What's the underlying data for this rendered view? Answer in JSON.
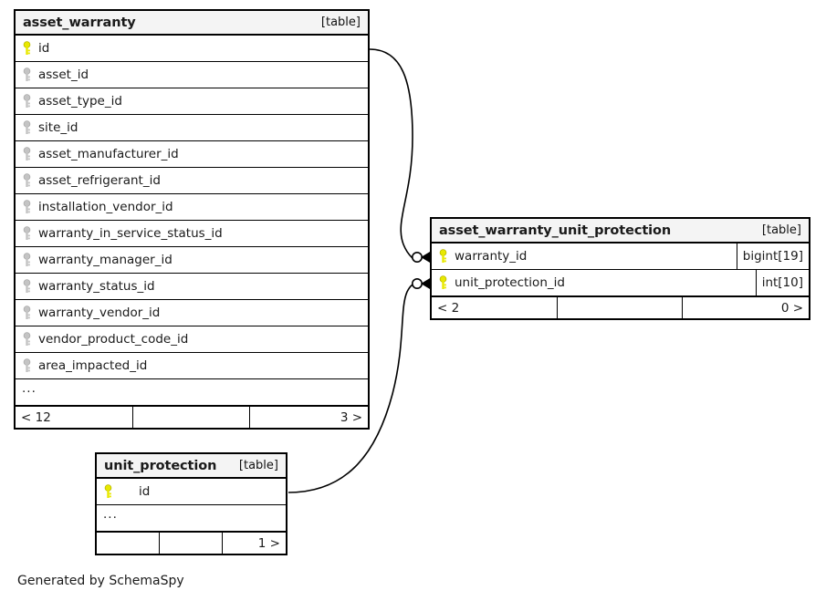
{
  "diagram": {
    "generator_credit": "Generated by SchemaSpy",
    "table_tag": "[table]",
    "ellipsis": "...",
    "colors": {
      "primary_key": "#e8e800",
      "foreign_key": "#bfbfbf",
      "border": "#000000",
      "header_background": "#f4f4f4",
      "page_background": "#ffffff"
    }
  },
  "tables": {
    "asset_warranty": {
      "name": "asset_warranty",
      "tag": "[table]",
      "columns": [
        {
          "name": "id",
          "key": "primary-key",
          "type": ""
        },
        {
          "name": "asset_id",
          "key": "foreign-key",
          "type": ""
        },
        {
          "name": "asset_type_id",
          "key": "foreign-key",
          "type": ""
        },
        {
          "name": "site_id",
          "key": "foreign-key",
          "type": ""
        },
        {
          "name": "asset_manufacturer_id",
          "key": "foreign-key",
          "type": ""
        },
        {
          "name": "asset_refrigerant_id",
          "key": "foreign-key",
          "type": ""
        },
        {
          "name": "installation_vendor_id",
          "key": "foreign-key",
          "type": ""
        },
        {
          "name": "warranty_in_service_status_id",
          "key": "foreign-key",
          "type": ""
        },
        {
          "name": "warranty_manager_id",
          "key": "foreign-key",
          "type": ""
        },
        {
          "name": "warranty_status_id",
          "key": "foreign-key",
          "type": ""
        },
        {
          "name": "warranty_vendor_id",
          "key": "foreign-key",
          "type": ""
        },
        {
          "name": "vendor_product_code_id",
          "key": "foreign-key",
          "type": ""
        },
        {
          "name": "area_impacted_id",
          "key": "foreign-key",
          "type": ""
        }
      ],
      "more_indicator": "...",
      "footer": {
        "left": "< 12",
        "middle": "",
        "right": "3 >"
      }
    },
    "asset_warranty_unit_protection": {
      "name": "asset_warranty_unit_protection",
      "tag": "[table]",
      "columns": [
        {
          "name": "warranty_id",
          "key": "primary-key",
          "type": "bigint[19]"
        },
        {
          "name": "unit_protection_id",
          "key": "primary-key",
          "type": "int[10]"
        }
      ],
      "footer": {
        "left": "< 2",
        "middle": "",
        "right": "0 >"
      }
    },
    "unit_protection": {
      "name": "unit_protection",
      "tag": "[table]",
      "columns": [
        {
          "name": "id",
          "key": "primary-key",
          "type": ""
        }
      ],
      "more_indicator": "...",
      "footer": {
        "left": "",
        "middle": "",
        "right": "1 >"
      }
    }
  },
  "relationships": [
    {
      "name": "asset-warranty-id-to-warranty-id",
      "from_table": "asset_warranty",
      "from_column": "id",
      "to_table": "asset_warranty_unit_protection",
      "to_column": "warranty_id",
      "cardinality": "zero-or-many"
    },
    {
      "name": "unit-protection-id-to-unit-protection-id",
      "from_table": "unit_protection",
      "from_column": "id",
      "to_table": "asset_warranty_unit_protection",
      "to_column": "unit_protection_id",
      "cardinality": "zero-or-many"
    }
  ]
}
